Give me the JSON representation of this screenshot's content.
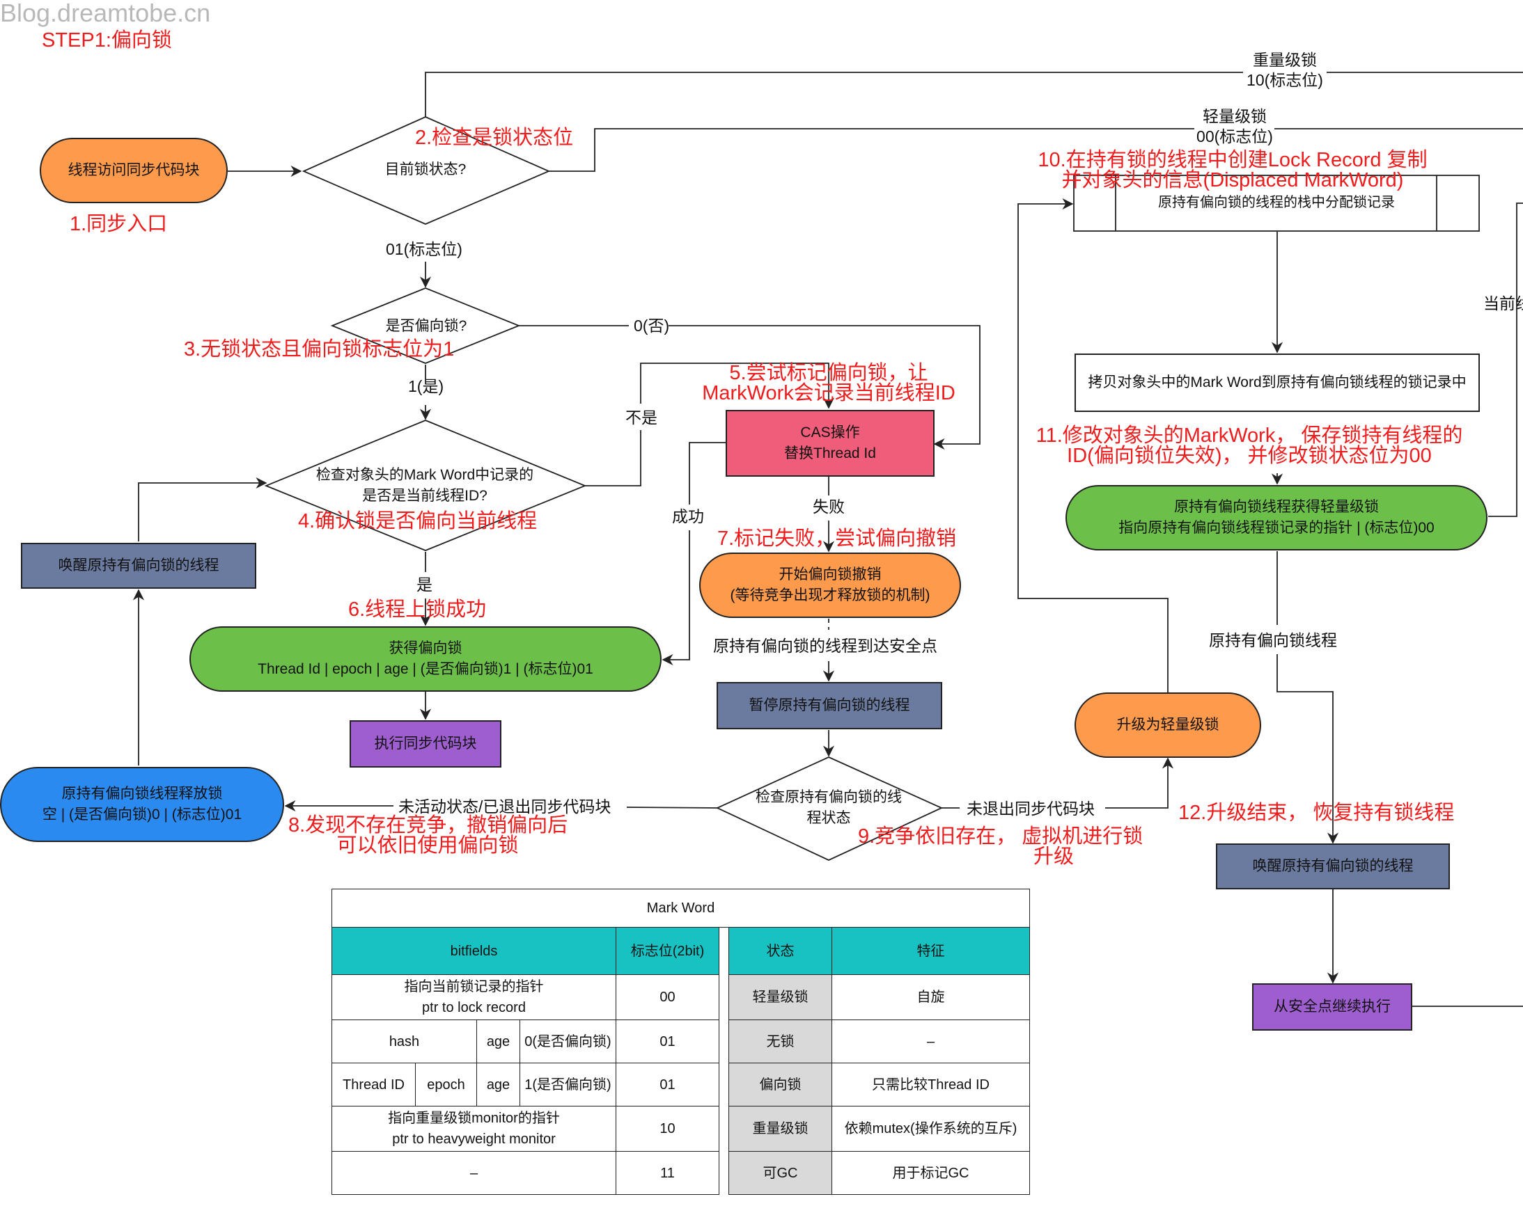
{
  "watermark": "Blog.dreamtobe.cn",
  "step_title": "STEP1:偏向锁",
  "colors": {
    "orange": "#fd9a4b",
    "green": "#6cc04a",
    "slate": "#6b7a9f",
    "purple": "#9f5ecf",
    "pink": "#f05d7a",
    "blue": "#2a8af0",
    "teal": "#19c2c2",
    "gray_cell": "#d9d9d9",
    "annotation_red": "#ee1c1c"
  },
  "nodes": {
    "entry": "线程访问同步代码块",
    "check_lock_state": "目前锁状态?",
    "is_biased": "是否偏向锁?",
    "check_thread_id": [
      "检查对象头的Mark Word中记录的",
      "是否是当前线程ID?"
    ],
    "cas": [
      "CAS操作",
      "替换Thread Id"
    ],
    "acquire_biased": [
      "获得偏向锁",
      "Thread Id | epoch | age | (是否偏向锁)1 | (标志位)01"
    ],
    "exec_sync": "执行同步代码块",
    "wake_owner_left": "唤醒原持有偏向锁的线程",
    "owner_release": [
      "原持有偏向锁线程释放锁",
      "空 | (是否偏向锁)0 | (标志位)01"
    ],
    "start_revoke": [
      "开始偏向锁撤销",
      "(等待竞争出现才释放锁的机制)"
    ],
    "pause_owner": "暂停原持有偏向锁的线程",
    "check_owner_state": [
      "检查原持有偏向锁的线",
      "程状态"
    ],
    "upgrade_light": "升级为轻量级锁",
    "alloc_lock_record": "原持有偏向锁的线程的栈中分配锁记录",
    "copy_mark_word": "拷贝对象头中的Mark Word到原持有偏向锁线程的锁记录中",
    "owner_gets_light": [
      "原持有偏向锁线程获得轻量级锁",
      "指向原持有偏向锁线程锁记录的指针 | (标志位)00"
    ],
    "wake_owner_right": "唤醒原持有偏向锁的线程",
    "resume_safepoint": "从安全点继续执行"
  },
  "edge_labels": {
    "heavy": [
      "重量级锁",
      "10(标志位)"
    ],
    "light": [
      "轻量级锁",
      "00(标志位)"
    ],
    "flag01": "01(标志位)",
    "no": "0(否)",
    "yes1": "1(是)",
    "not": "不是",
    "yes": "是",
    "success": "成功",
    "fail": "失败",
    "reach_safepoint": "原持有偏向锁的线程到达安全点",
    "inactive": "未活动状态/已退出同步代码块",
    "not_exited": "未退出同步代码块",
    "owner_thread": "原持有偏向锁线程",
    "current_cut": "当前线"
  },
  "annotations": {
    "a1": "1.同步入口",
    "a2": "2.检查是锁状态位",
    "a3": "3.无锁状态且偏向锁标志位为1",
    "a4": "4.确认锁是否偏向当前线程",
    "a5": [
      "5.尝试标记偏向锁，让",
      "MarkWork会记录当前线程ID"
    ],
    "a6": "6.线程上锁成功",
    "a7": "7.标记失败，尝试偏向撤销",
    "a8": [
      "8.发现不存在竞争，撤销偏向后",
      "可以依旧使用偏向锁"
    ],
    "a9": [
      "9.竞争依旧存在，  虚拟机进行锁",
      "升级"
    ],
    "a10": [
      "10.在持有锁的线程中创建Lock Record 复制",
      "并对象头的信息(Displaced MarkWord)"
    ],
    "a11": [
      "11.修改对象头的MarkWork，  保存锁持有线程的",
      "ID(偏向锁位失效)，  并修改锁状态位为00"
    ],
    "a12": "12.升级结束，  恢复持有锁线程"
  },
  "mark_word": {
    "title": "Mark Word",
    "headers": [
      "bitfields",
      "标志位(2bit)",
      "状态",
      "特征"
    ],
    "row1": {
      "bits": [
        "指向当前锁记录的指针",
        "ptr to lock record"
      ],
      "flag": "00",
      "state": "轻量级锁",
      "feature": "自旋"
    },
    "row2": {
      "bits": [
        "hash",
        "age",
        "0(是否偏向锁)"
      ],
      "flag": "01",
      "state": "无锁",
      "feature": "–"
    },
    "row3": {
      "bits": [
        "Thread ID",
        "epoch",
        "age",
        "1(是否偏向锁)"
      ],
      "flag": "01",
      "state": "偏向锁",
      "feature": "只需比较Thread ID"
    },
    "row4": {
      "bits": [
        "指向重量级锁monitor的指针",
        "ptr to heavyweight monitor"
      ],
      "flag": "10",
      "state": "重量级锁",
      "feature": "依赖mutex(操作系统的互斥)"
    },
    "row5": {
      "bits": [
        "–"
      ],
      "flag": "11",
      "state": "可GC",
      "feature": "用于标记GC"
    }
  }
}
